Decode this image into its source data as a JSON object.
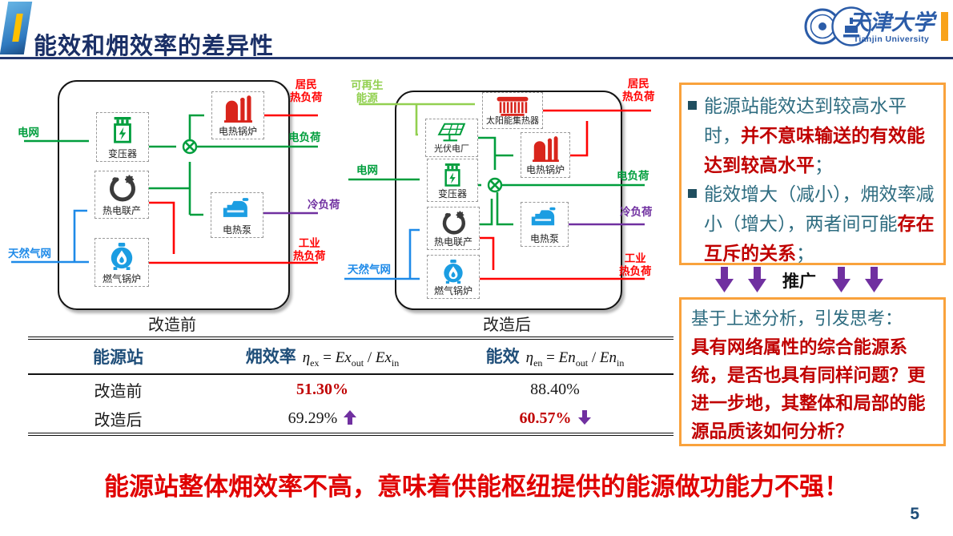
{
  "header": {
    "title": "能效和㶲效率的差异性",
    "university_cn": "天津大学",
    "university_en": "Tianjin University"
  },
  "diagram_before": {
    "caption": "改造前",
    "inputs": [
      {
        "label": "电网"
      },
      {
        "label": "天然气网"
      }
    ],
    "components": [
      {
        "label": "变压器"
      },
      {
        "label": "热电联产"
      },
      {
        "label": "燃气锅炉"
      },
      {
        "label": "电热锅炉"
      },
      {
        "label": "电热泵"
      }
    ],
    "outputs": [
      {
        "label": "居民\n热负荷"
      },
      {
        "label": "电负荷"
      },
      {
        "label": "冷负荷"
      },
      {
        "label": "工业\n热负荷"
      }
    ]
  },
  "diagram_after": {
    "caption": "改造后",
    "inputs": [
      {
        "label": "可再生\n能源"
      },
      {
        "label": "电网"
      },
      {
        "label": "天然气网"
      }
    ],
    "components": [
      {
        "label": "太阳能集热器"
      },
      {
        "label": "光伏电厂"
      },
      {
        "label": "变压器"
      },
      {
        "label": "热电联产"
      },
      {
        "label": "燃气锅炉"
      },
      {
        "label": "电热锅炉"
      },
      {
        "label": "电热泵"
      }
    ],
    "outputs": [
      {
        "label": "居民\n热负荷"
      },
      {
        "label": "电负荷"
      },
      {
        "label": "冷负荷"
      },
      {
        "label": "工业\n热负荷"
      }
    ]
  },
  "notes": {
    "box1": {
      "bullet1": {
        "teal": "能源站能效达到较高水平时，",
        "red": "并不意味输送的有效能达到较高水平",
        "tail": "；"
      },
      "bullet2": {
        "teal": "能效增大（减小），㶲效率减小（增大），两者间可能",
        "red": "存在互斥的关系",
        "tail": "；"
      }
    },
    "promote_label": "推广",
    "box2": {
      "teal": "基于上述分析，引发思考：",
      "red": "具有网络属性的综合能源系统，是否也具有同样问题？更进一步地，其整体和局部的能源品质该如何分析？"
    }
  },
  "table": {
    "headers": {
      "station": "能源站",
      "exergy_label": "㶲效率",
      "exergy_formula": {
        "eta": "η",
        "eta_sub": "ex",
        "eq": " = ",
        "lhs": "Ex",
        "lhs_sub": "out",
        "div": " / ",
        "rhs": "Ex",
        "rhs_sub": "in"
      },
      "energy_label": "能效",
      "energy_formula": {
        "eta": "η",
        "eta_sub": "en",
        "eq": " = ",
        "lhs": "En",
        "lhs_sub": "out",
        "div": " / ",
        "rhs": "En",
        "rhs_sub": "in"
      }
    },
    "rows": [
      {
        "name": "改造前",
        "exergy": "51.30%",
        "energy": "88.40%"
      },
      {
        "name": "改造后",
        "exergy": "69.29%",
        "energy": "60.57%"
      }
    ]
  },
  "conclusion": "能源站整体㶲效率不高，意味着供能枢纽提供的能源做功能力不强！",
  "page_number": "5",
  "colors": {
    "electric_green": "#009E3D",
    "renewable_light_green": "#92D050",
    "gas_blue": "#1E8AE8",
    "heat_red": "#FF0000",
    "cooling_purple": "#7030A0",
    "note_border_orange": "#F9A23C",
    "note_teal": "#2E6C80",
    "emphasis_red": "#C00000",
    "title_navy": "#1A2F66"
  }
}
